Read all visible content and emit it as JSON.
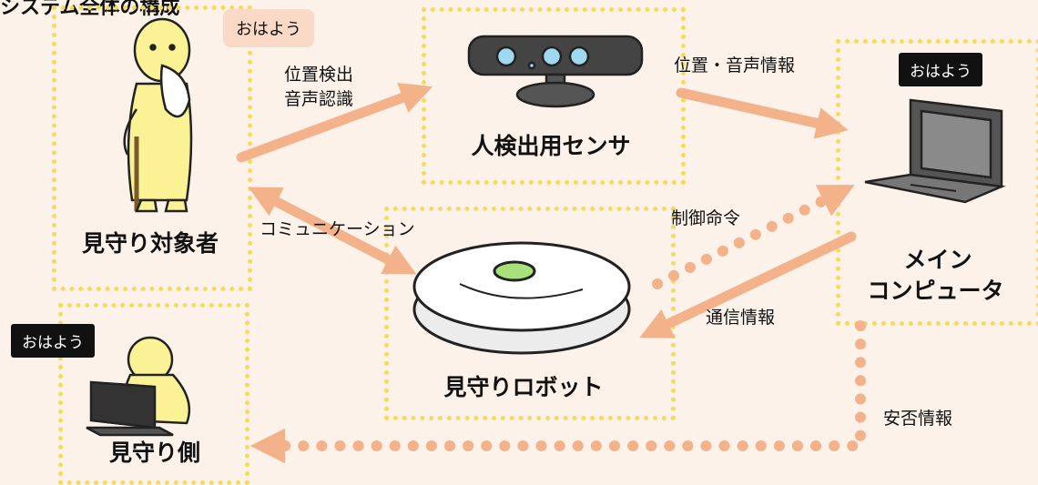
{
  "title_fragment": "システム全体の構成",
  "nodes": {
    "person": {
      "label": "見守り対象者",
      "speech": "おはよう"
    },
    "sensor": {
      "label": "人検出用センサ"
    },
    "computer": {
      "label_line1": "メイン",
      "label_line2": "コンピュータ",
      "speech": "おはよう"
    },
    "robot": {
      "label": "見守りロボット"
    },
    "watcher": {
      "label": "見守り側",
      "speech": "おはよう"
    }
  },
  "edges": {
    "person_to_sensor": {
      "line1": "位置検出",
      "line2": "音声認識"
    },
    "sensor_to_computer": "位置・音声情報",
    "person_robot": "コミュニケーション",
    "robot_to_computer": "制御命令",
    "computer_to_robot": "通信情報",
    "computer_to_watcher": "安否情報"
  },
  "colors": {
    "box_border": "#f7da5b",
    "arrow": "#f4b28b",
    "speech_bubble": "#fad9c7",
    "figure_yellow": "#faf294",
    "robot_accent": "#a8e07c"
  }
}
